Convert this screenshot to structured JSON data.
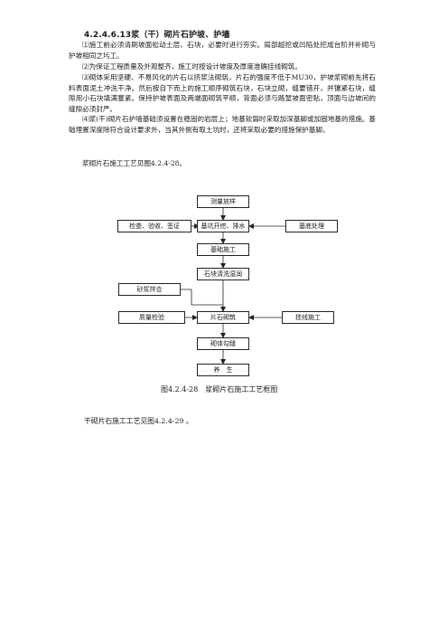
{
  "section": {
    "heading": "4.2.4.6.13浆（干）砌片石护坡、护墙"
  },
  "paragraphs": [
    "⑴施工前必须清刷坡面松动土层、石块，必要时进行夯实。局部超挖或凹陷处挖成台阶并补砌与护坡相同之圬工。",
    "⑵为保证工程质量及外观整齐，施工时按设计坡度及厚度准确挂线砌筑。",
    "⑶砌体采用坚硬、不易风化的片石以挤浆法砌筑，片石的强度不低于MU30，护坡浆砌前先将石料表面泥土冲洗干净。然后按自下而上的施工顺序砌筑石块，石块立砌，缝要错开，并镶紧石块，缝隙用小石块填满塞紧。保持护坡表面及两端面砌筑平顺，背面必须与路堑坡面密贴，顶面与边坡间的缝隙必须封严。",
    "⑷浆(干)砌片石护墙基础须设置在稳固的岩层上；地基软弱时采取加深基脚或加固地基的措施。基础埋置深度除符合设计要求外，当其外侧有取土坑时，还将采取必要的措施保护基脚。",
    "浆砌片石施工工艺见图4.2.4-28。"
  ],
  "flowchart": {
    "survey": "测量放样",
    "inspect": "检查、验收、签证",
    "excavate": "基坑开挖、排水",
    "foundation_treat": "基底处理",
    "foundation_work": "基础施工",
    "clean_stone": "石块清洗湿润",
    "mortar_mix": "砂浆拌合",
    "quality_check": "质量检验",
    "masonry": "片石砌筑",
    "string_line": "挂线施工",
    "pointing": "砌体勾缝",
    "curing": "养　生"
  },
  "figure_caption": "图4.2.4-28　浆砌片石施工工艺框图",
  "next_line": "干砌片石施工工艺见图4.2.4-29 。"
}
